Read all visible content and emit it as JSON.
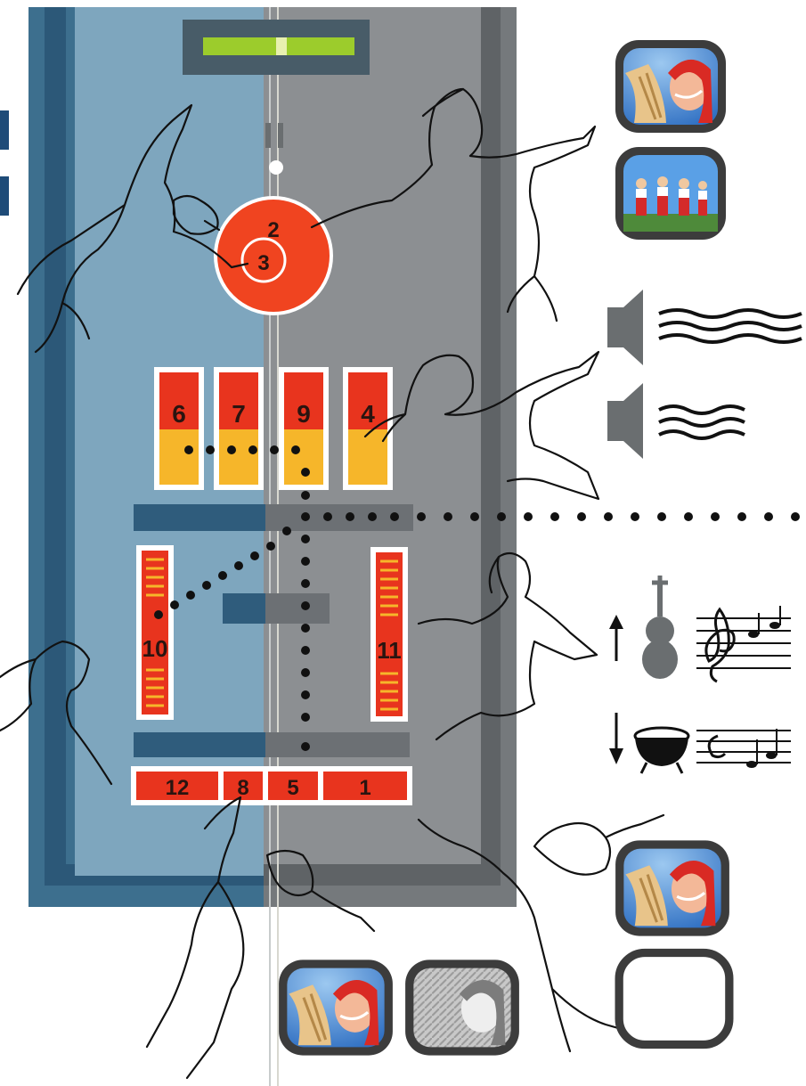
{
  "controls": {
    "knob": {
      "outer": "2",
      "inner": "3"
    },
    "buttons": [
      "6",
      "7",
      "9",
      "4"
    ],
    "slider_left": "10",
    "slider_right": "11",
    "bottom_bar": [
      "12",
      "8",
      "5",
      "1"
    ]
  },
  "colors": {
    "panel_blue": "#3d6f8e",
    "panel_gray": "#8c8f92",
    "knob_red": "#f04420",
    "button_yellow": "#f6b62a",
    "indicator_green": "#9ccc2c"
  },
  "icons": {
    "screens_right": [
      "tv-color-woman-icon",
      "tv-color-dancers-icon"
    ],
    "sound": [
      "speaker-loud-icon",
      "speaker-soft-icon"
    ],
    "tone": [
      "arrow-up-icon",
      "violin-icon",
      "treble-clef-notes-icon",
      "arrow-down-icon",
      "kettle-drum-icon",
      "bass-notes-icon"
    ],
    "screens_bottom_right": [
      "tv-color-woman-icon",
      "tv-blank-icon"
    ],
    "screens_bottom": [
      "tv-color-woman-icon",
      "tv-bw-woman-icon"
    ]
  }
}
